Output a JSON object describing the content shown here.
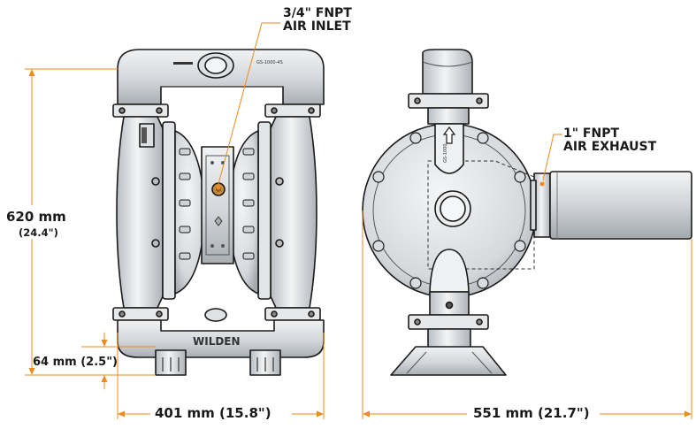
{
  "labels": {
    "air_inlet_line1": "3/4\" FNPT",
    "air_inlet_line2": "AIR INLET",
    "air_exhaust_line1": "1\" FNPT",
    "air_exhaust_line2": "AIR EXHAUST",
    "height_mm": "620 mm",
    "height_in": "(24.4\")",
    "base_height": "64 mm (2.5\")",
    "front_width": "401 mm (15.8\")",
    "side_width": "551 mm (21.7\")",
    "brand": "WILDEN"
  },
  "colors": {
    "dimension_orange": "#f08a1c",
    "outline": "#1a1a1a",
    "metal_light": "#eceef0",
    "metal_mid": "#c9cdd1",
    "metal_dark": "#9aa0a6",
    "label_text": "#1a1a1a"
  },
  "icons": {
    "flow_arrow": "up-arrow-icon"
  }
}
